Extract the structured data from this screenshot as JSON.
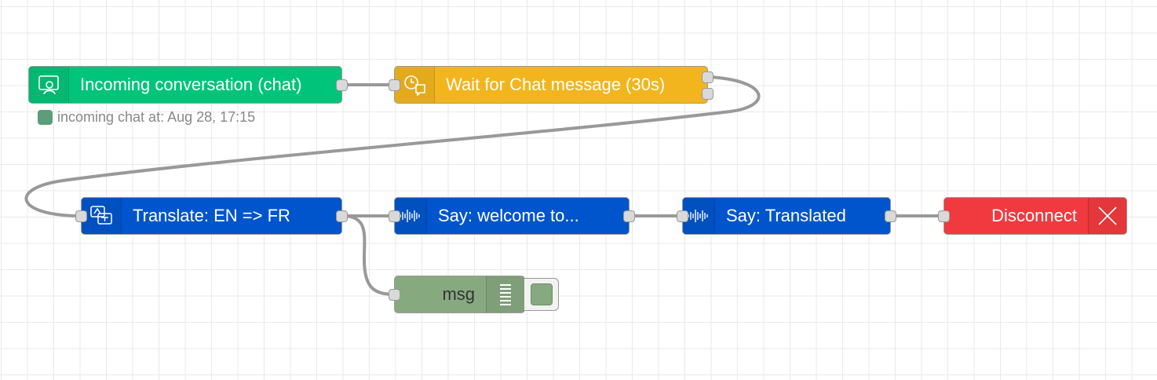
{
  "colors": {
    "incoming": "#00c47a",
    "wait": "#f2b51e",
    "translate": "#0055cc",
    "say": "#0055cc",
    "disconnect": "#f03a3f",
    "debug": "#87a980",
    "wire": "#999999",
    "status_dot": "#5a9f79"
  },
  "nodes": {
    "incoming": {
      "label": "Incoming conversation (chat)",
      "icon": "chat-user-icon"
    },
    "wait": {
      "label": "Wait for Chat message (30s)",
      "icon": "clock-chat-icon"
    },
    "translate": {
      "label": "Translate: EN => FR",
      "icon": "translate-icon"
    },
    "say1": {
      "label": "Say: welcome to...",
      "icon": "waveform-icon"
    },
    "say2": {
      "label": "Say: Translated",
      "icon": "waveform-icon"
    },
    "disconnect": {
      "label": "Disconnect",
      "icon": "close-icon"
    },
    "debug": {
      "label": "msg",
      "icon": "list-icon"
    }
  },
  "status": {
    "text": "incoming chat at: Aug 28, 17:15"
  }
}
